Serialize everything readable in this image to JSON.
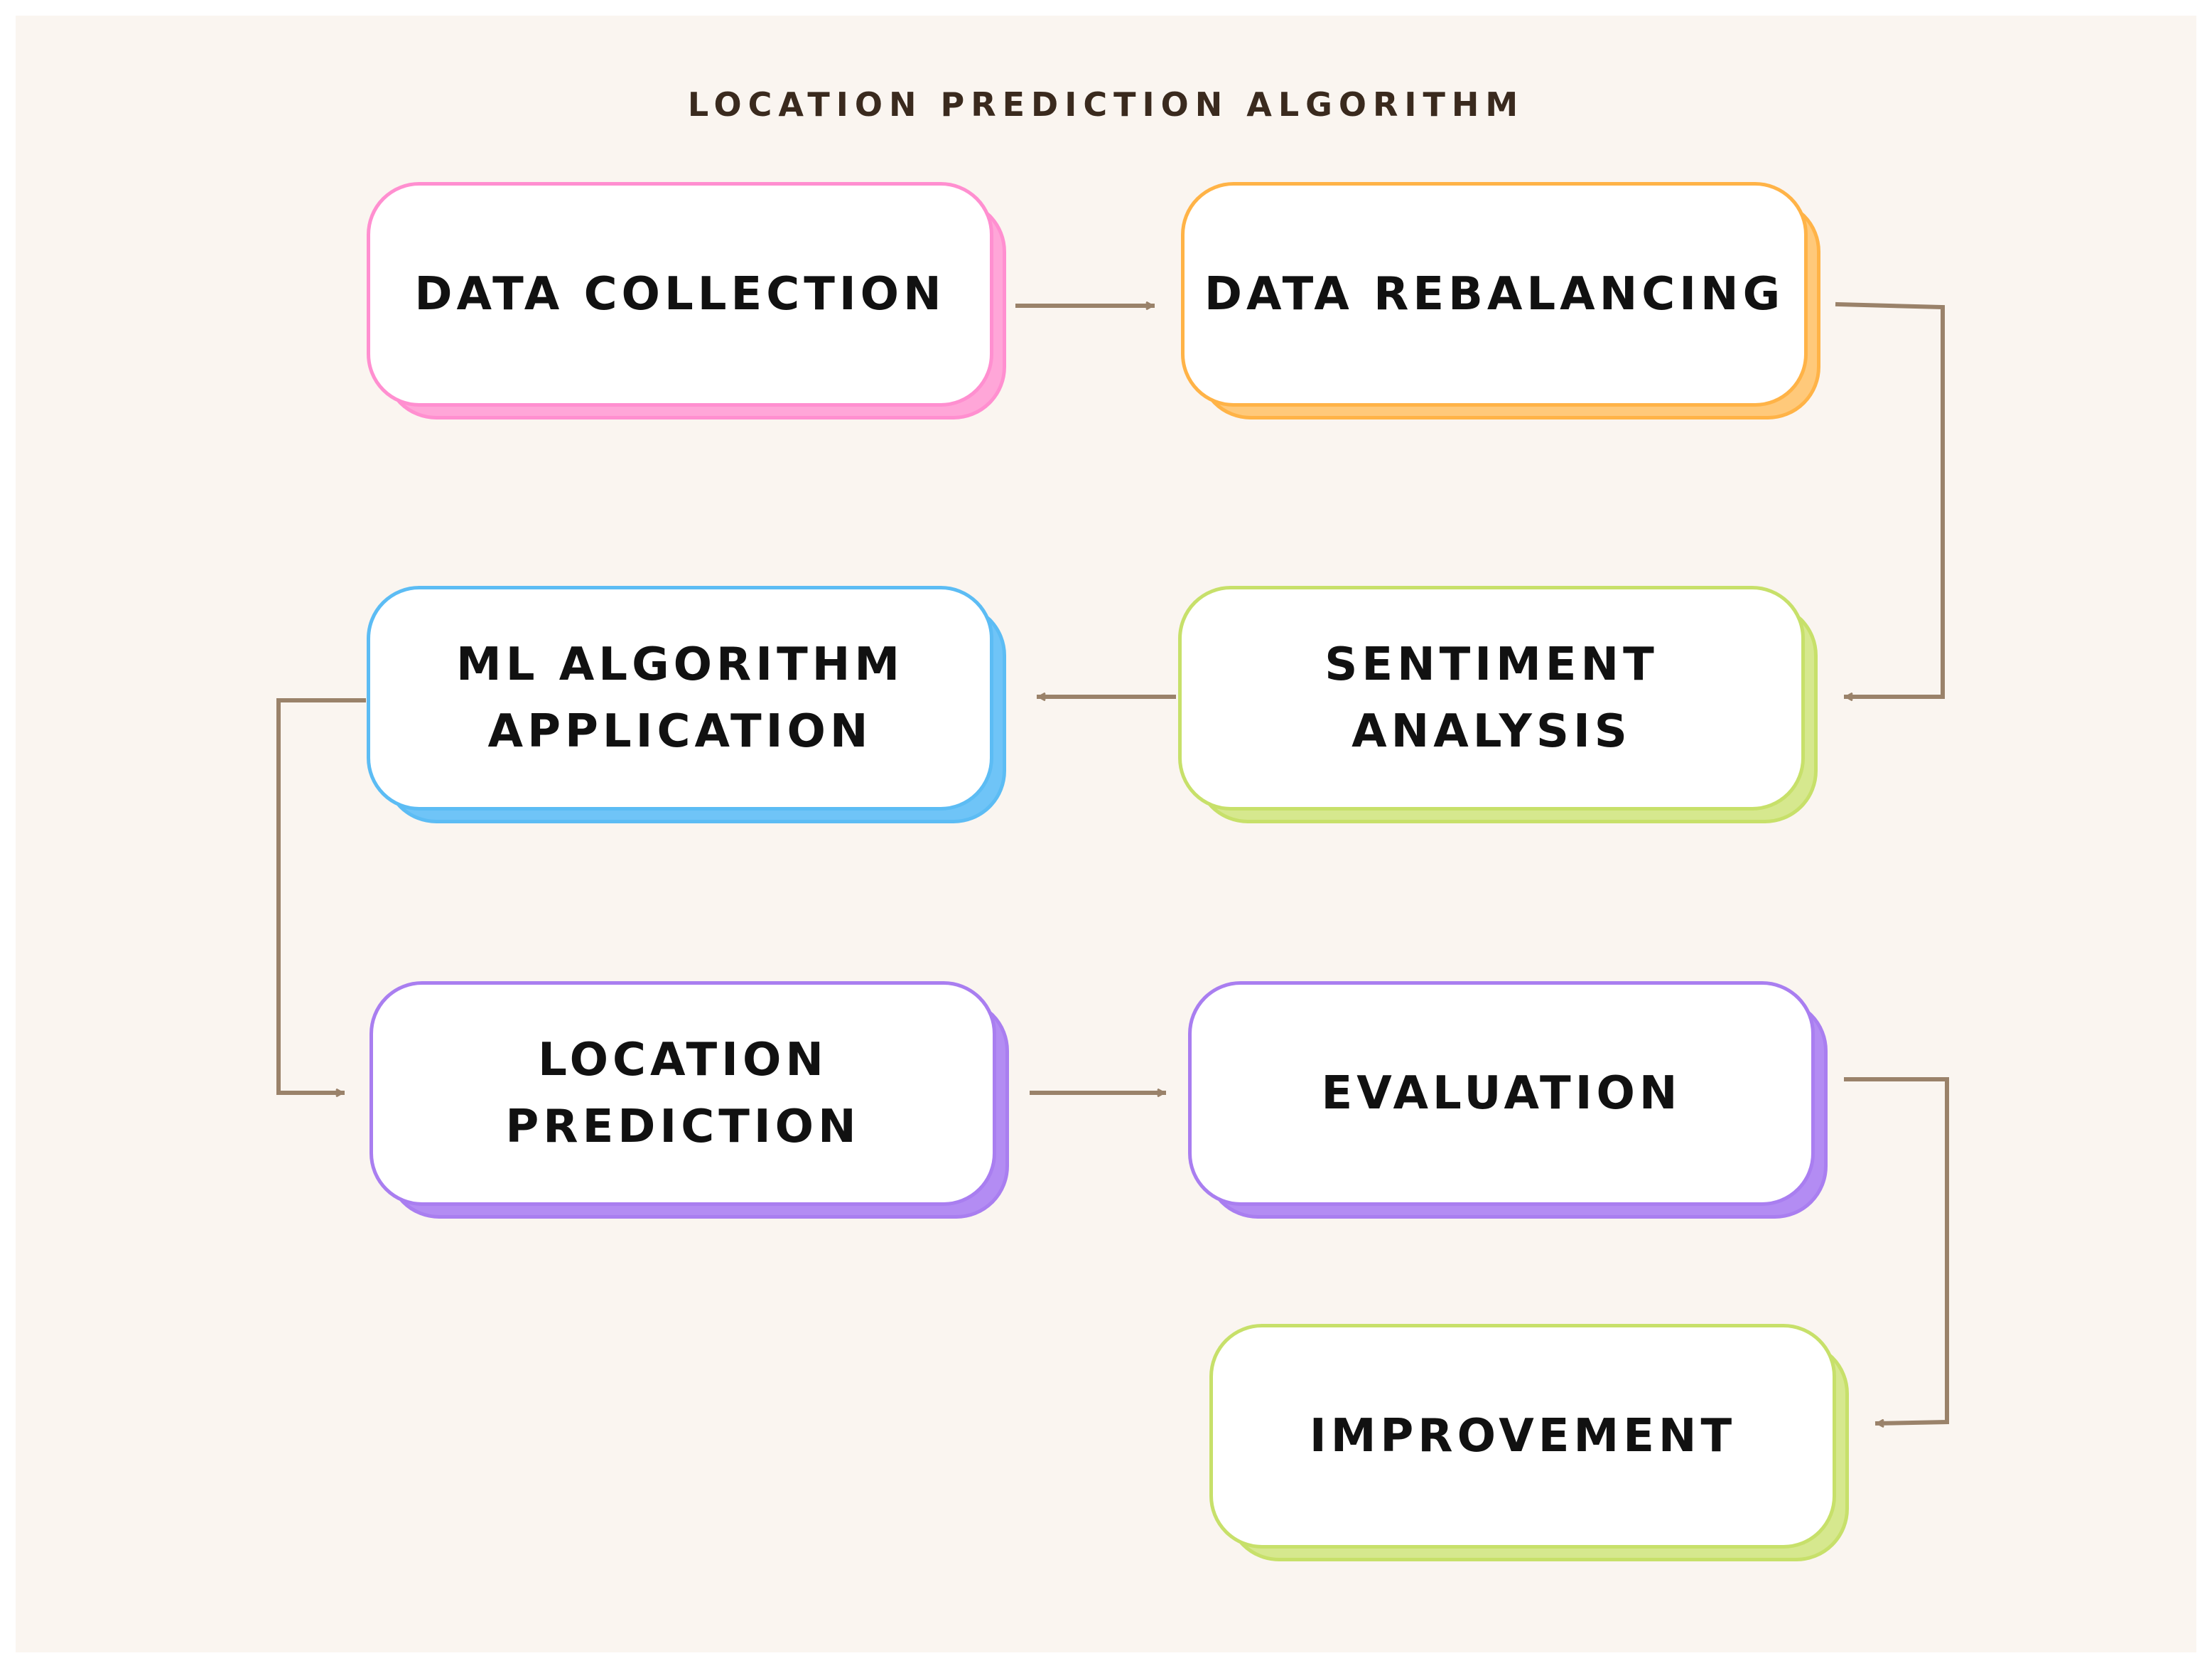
{
  "title": "LOCATION PREDICTION ALGORITHM",
  "colors": {
    "background": "#faf5f0",
    "arrow": "#9a826a",
    "pink": "#ff8fd0",
    "orange": "#ffb347",
    "green": "#c7e06a",
    "blue": "#5cbcf4",
    "purple": "#a97ef0"
  },
  "steps": [
    {
      "line1": "DATA COLLECTION",
      "line2": "",
      "color": "pink"
    },
    {
      "line1": "DATA REBALANCING",
      "line2": "",
      "color": "orange"
    },
    {
      "line1": "SENTIMENT",
      "line2": "ANALYSIS",
      "color": "green"
    },
    {
      "line1": "ML ALGORITHM",
      "line2": "APPLICATION",
      "color": "blue"
    },
    {
      "line1": "LOCATION",
      "line2": "PREDICTION",
      "color": "purple"
    },
    {
      "line1": "EVALUATION",
      "line2": "",
      "color": "purple"
    },
    {
      "line1": "IMPROVEMENT",
      "line2": "",
      "color": "green"
    }
  ]
}
